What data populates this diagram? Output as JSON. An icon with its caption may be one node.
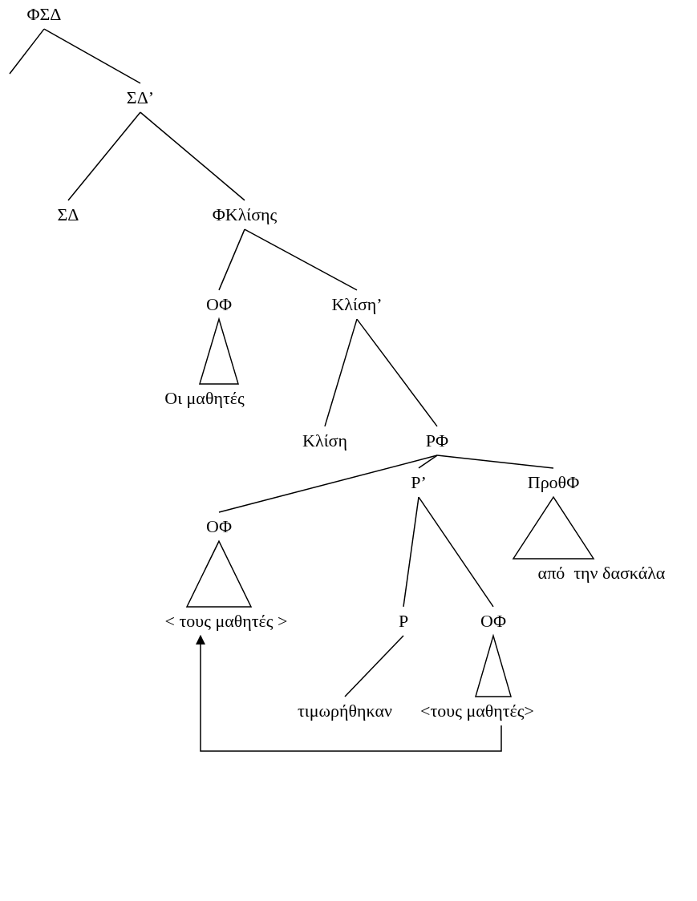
{
  "diagram": {
    "nodes": [
      {
        "text": [
          "ΦΣΔ"
        ]
      },
      {
        "text": [
          "ΣΔ’"
        ]
      },
      {
        "text": [
          "ΣΔ"
        ]
      },
      {
        "text": [
          "ΦΚλίσης"
        ]
      },
      {
        "text": [
          "ΟΦ"
        ]
      },
      {
        "text": [
          "Κλίση’"
        ]
      },
      {
        "text": [
          "Οι μαθητές"
        ]
      },
      {
        "text": [
          "Κλίση"
        ]
      },
      {
        "text": [
          "ΡΦ"
        ]
      },
      {
        "text": [
          "ΟΦ"
        ]
      },
      {
        "text": [
          "Ρ’"
        ]
      },
      {
        "text": [
          "ΠροθΦ"
        ]
      },
      {
        "text": [
          "< τους μαθητές >"
        ]
      },
      {
        "text": [
          "Ρ"
        ]
      },
      {
        "text": [
          "ΟΦ"
        ]
      },
      {
        "text": [
          "από  την δασκάλα"
        ]
      },
      {
        "text": [
          "τιμωρήθηκαν"
        ]
      },
      {
        "text": [
          "<τους μαθητές>"
        ]
      }
    ],
    "edges": [
      {
        "from": 0,
        "to": null,
        "arrow": "none"
      },
      {
        "from": 0,
        "to": 1,
        "arrow": "none"
      },
      {
        "from": 1,
        "to": 2,
        "arrow": "none"
      },
      {
        "from": 1,
        "to": 3,
        "arrow": "none"
      },
      {
        "from": 3,
        "to": 4,
        "arrow": "none"
      },
      {
        "from": 3,
        "to": 5,
        "arrow": "none"
      },
      {
        "from": 4,
        "to": 6,
        "arrow": "none"
      },
      {
        "from": 5,
        "to": 7,
        "arrow": "none"
      },
      {
        "from": 5,
        "to": 8,
        "arrow": "none"
      },
      {
        "from": 8,
        "to": 9,
        "arrow": "none"
      },
      {
        "from": 8,
        "to": 10,
        "arrow": "none"
      },
      {
        "from": 8,
        "to": 11,
        "arrow": "none"
      },
      {
        "from": 9,
        "to": 12,
        "arrow": "none"
      },
      {
        "from": 10,
        "to": 13,
        "arrow": "none"
      },
      {
        "from": 10,
        "to": 14,
        "arrow": "none"
      },
      {
        "from": 11,
        "to": 15,
        "arrow": "none"
      },
      {
        "from": 13,
        "to": 16,
        "arrow": "none"
      },
      {
        "from": 14,
        "to": 17,
        "arrow": "none"
      },
      {
        "from": 17,
        "to": 12,
        "arrow": "to"
      }
    ]
  }
}
